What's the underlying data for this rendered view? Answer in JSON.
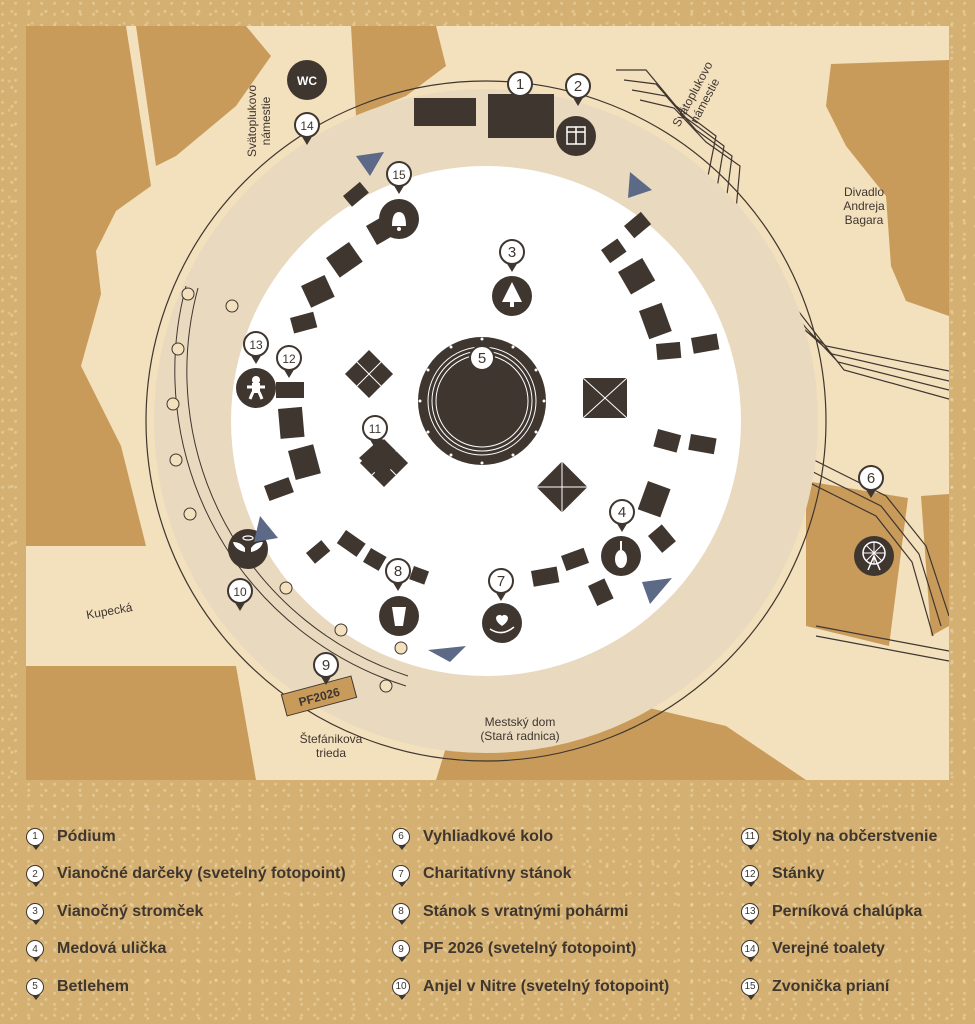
{
  "map": {
    "streets": {
      "svatoplukovo_left": [
        "Svätoplukovo",
        "námestie"
      ],
      "svatoplukovo_right": [
        "Svätoplukovo",
        "námestie"
      ],
      "kupecka": "Kupecká",
      "stefanikova": [
        "Štefánikova",
        "trieda"
      ]
    },
    "buildings": {
      "divadlo": [
        "Divadlo",
        "Andreja",
        "Bagara"
      ],
      "mestsky_dom": [
        "Mestský dom",
        "(Stará radnica)"
      ]
    },
    "wc_label": "WC",
    "pf_sign": "PF2026",
    "markers": [
      {
        "num": "1",
        "icon": "stage-icon"
      },
      {
        "num": "2",
        "icon": "gift-icon"
      },
      {
        "num": "3",
        "icon": "christmas-tree-icon"
      },
      {
        "num": "4",
        "icon": "honey-icon"
      },
      {
        "num": "5",
        "icon": "nativity-icon"
      },
      {
        "num": "6",
        "icon": "ferris-wheel-icon"
      },
      {
        "num": "7",
        "icon": "charity-heart-icon"
      },
      {
        "num": "8",
        "icon": "cup-icon"
      },
      {
        "num": "9",
        "icon": "pf-sign-icon"
      },
      {
        "num": "10",
        "icon": "angel-wings-icon"
      },
      {
        "num": "11",
        "icon": "tables-icon"
      },
      {
        "num": "12",
        "icon": "stall-icon"
      },
      {
        "num": "13",
        "icon": "gingerbread-icon"
      },
      {
        "num": "14",
        "icon": "wc-icon"
      },
      {
        "num": "15",
        "icon": "bell-icon"
      }
    ]
  },
  "legend": [
    {
      "num": "1",
      "label": "Pódium"
    },
    {
      "num": "2",
      "label": "Vianočné darčeky (svetelný fotopoint)"
    },
    {
      "num": "3",
      "label": "Vianočný stromček"
    },
    {
      "num": "4",
      "label": "Medová ulička"
    },
    {
      "num": "5",
      "label": "Betlehem"
    },
    {
      "num": "6",
      "label": "Vyhliadkové kolo"
    },
    {
      "num": "7",
      "label": "Charitatívny stánok"
    },
    {
      "num": "8",
      "label": "Stánok s vratnými pohármi"
    },
    {
      "num": "9",
      "label": "PF 2026 (svetelný fotopoint)"
    },
    {
      "num": "10",
      "label": "Anjel v Nitre (svetelný fotopoint)"
    },
    {
      "num": "11",
      "label": "Stoly na občerstvenie"
    },
    {
      "num": "12",
      "label": "Stánky"
    },
    {
      "num": "13",
      "label": "Perníková chalúpka"
    },
    {
      "num": "14",
      "label": "Verejné toalety"
    },
    {
      "num": "15",
      "label": "Zvonička prianí"
    }
  ],
  "colors": {
    "gold": "#d4b072",
    "cream": "#f3e0bd",
    "building": "#c99b5a",
    "ring": "#e9d9bf",
    "dark": "#3f3630",
    "arrow": "#5c6a87"
  }
}
